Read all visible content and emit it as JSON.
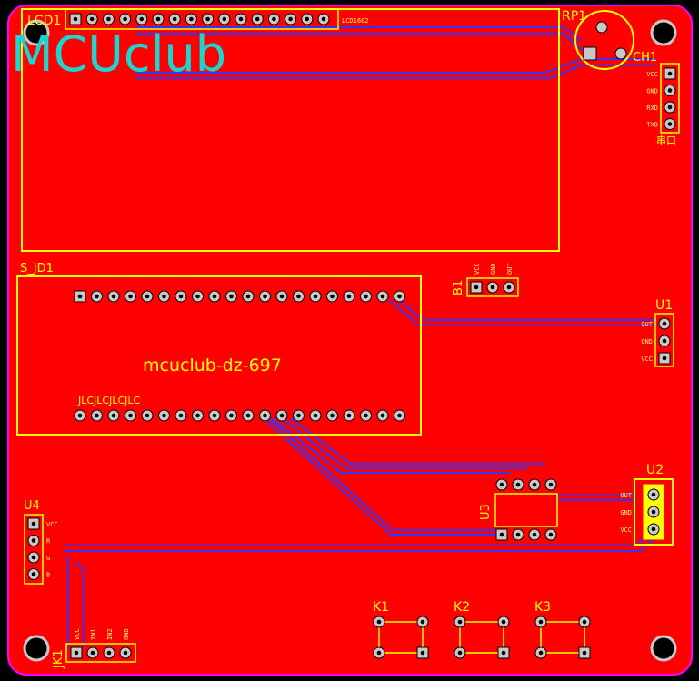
{
  "board": {
    "colors": {
      "copper": "#ff0000",
      "outline": "#ff00ff",
      "silk": "#ffff00",
      "trace": "#3333ff",
      "logo": "#19d7d0",
      "pad": "#c8c8c8"
    }
  },
  "logo": {
    "text": "MCUclub"
  },
  "center_text": "mcuclub-dz-697",
  "jlc_text": "JLCJLCJLCJLC",
  "designators": {
    "lcd": "LCD1",
    "lcd_part": "LCD1602",
    "rp": "RP1",
    "ch": "CH1",
    "ch_sub": "串口",
    "sjd": "S_JD1",
    "b1": "B1",
    "u1": "U1",
    "u2": "U2",
    "u3": "U3",
    "u4": "U4",
    "jk1": "JK1",
    "k1": "K1",
    "k2": "K2",
    "k3": "K3"
  },
  "pins": {
    "ch1": [
      "VCC",
      "GND",
      "RXD",
      "TXD"
    ],
    "u1": [
      "OUT",
      "GND",
      "VCC"
    ],
    "u2": [
      "OUT",
      "GND",
      "VCC"
    ],
    "u4": [
      "VCC",
      "R",
      "G",
      "B"
    ],
    "b1": [
      "VCC",
      "GND",
      "OUT"
    ],
    "jk1": [
      "VCC",
      "IN1",
      "IN2",
      "GND"
    ]
  }
}
